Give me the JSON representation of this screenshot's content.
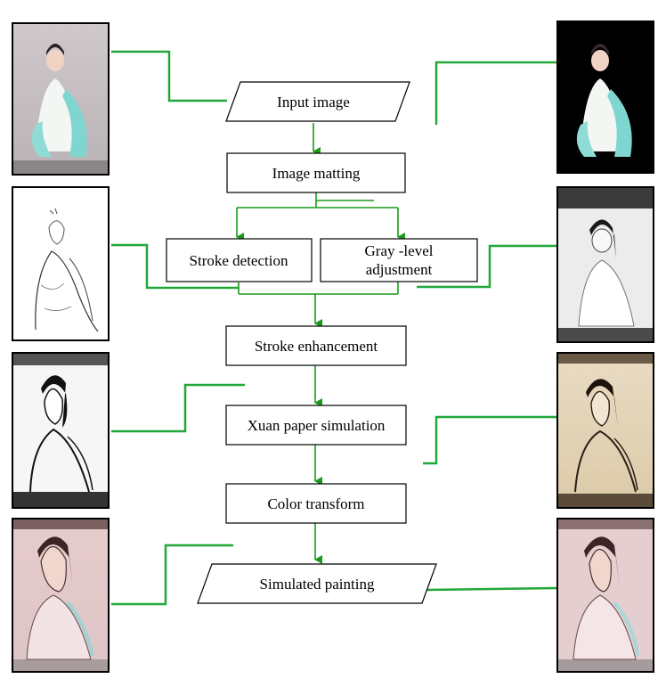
{
  "diagram": {
    "nodes": {
      "input_image": "Input image",
      "image_matting": "Image matting",
      "stroke_detection": "Stroke detection",
      "gray_level_line1": "Gray -level",
      "gray_level_line2": "adjustment",
      "stroke_enhancement": "Stroke enhancement",
      "xuan_paper_simulation": "Xuan paper simulation",
      "color_transform": "Color transform",
      "simulated_painting": "Simulated painting"
    },
    "thumbnails": {
      "left": [
        "original-photo",
        "stroke-sketch",
        "enhanced-stroke",
        "pink-painting"
      ],
      "right": [
        "matted-photo",
        "gray-level-photo",
        "xuan-paper-sepia",
        "simulated-painting-result"
      ]
    }
  },
  "colors": {
    "arrow": "#1a9a1a",
    "connector": "#22a83a",
    "box_border": "#000000",
    "thumb_bg_original": "#d8d4d6",
    "thumb_bg_matted": "#000000",
    "thumb_bg_sketch": "#ffffff",
    "thumb_bg_gray": "#e8e8e8",
    "thumb_bg_enhanced": "#f4f4f4",
    "thumb_bg_sepia": "#e9dcc6",
    "thumb_bg_pink": "#e8d2d2",
    "thumb_bg_final": "#e6d0d2"
  }
}
